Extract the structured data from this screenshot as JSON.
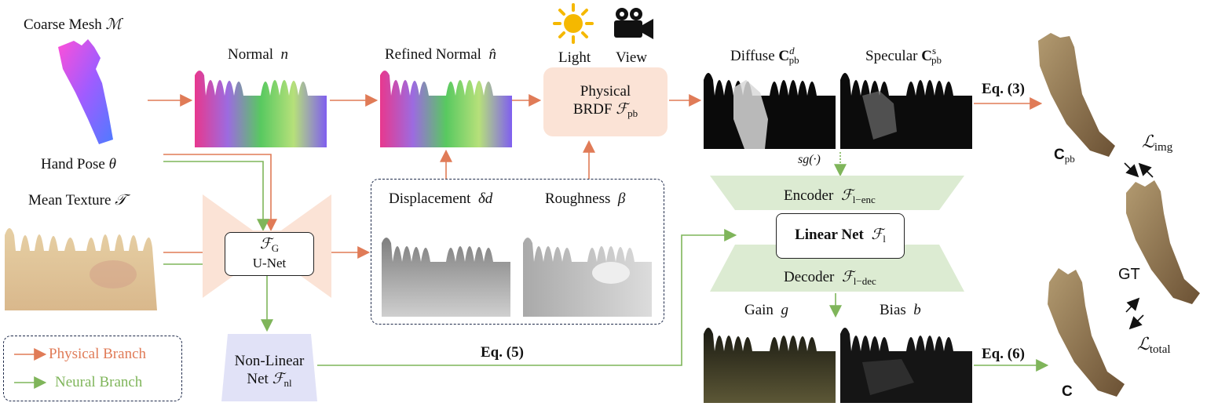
{
  "colors": {
    "physical": "#e07b57",
    "neural": "#7fb55a",
    "unet_fill": "#fbe3d6",
    "brdf_fill": "#fbe3d6",
    "linear_fill": "#dcebd2",
    "nonlinear_fill": "#e1e2f7",
    "dashed_border": "#1e2a4a",
    "sun": "#f5b800"
  },
  "labels": {
    "coarse_mesh": "Coarse Mesh",
    "coarse_mesh_sym": "ℳ",
    "hand_pose": "Hand Pose",
    "hand_pose_sym": "θ",
    "mean_texture": "Mean Texture",
    "mean_texture_sym": "𝒯",
    "normal": "Normal",
    "normal_sym": "n",
    "refined_normal": "Refined Normal",
    "refined_normal_sym": "n̂",
    "light": "Light",
    "view": "View",
    "diffuse": "Diffuse",
    "specular": "Specular",
    "c_sym": "C",
    "pb": "pb",
    "d": "d",
    "s": "s",
    "displacement": "Displacement",
    "displacement_sym": "δd",
    "roughness": "Roughness",
    "roughness_sym": "β",
    "gain": "Gain",
    "gain_sym": "g",
    "bias": "Bias",
    "bias_sym": "b",
    "gt": "GT",
    "sg": "sg(·)",
    "eq3": "Eq. (3)",
    "eq5": "Eq. (5)",
    "eq6": "Eq. (6)"
  },
  "blocks": {
    "brdf_line1": "Physical",
    "brdf_line2": "BRDF",
    "brdf_sym": "ℱ",
    "brdf_sub": "pb",
    "unet_sym": "ℱ",
    "unet_sub": "G",
    "unet_name": "U-Net",
    "encoder": "Encoder",
    "encoder_sym": "ℱ",
    "encoder_sub": "l−enc",
    "decoder": "Decoder",
    "decoder_sym": "ℱ",
    "decoder_sub": "l−dec",
    "linear_net": "Linear Net",
    "linear_sym": "ℱ",
    "linear_sub": "l",
    "nonlinear_line1": "Non-Linear",
    "nonlinear_line2": "Net",
    "nonlinear_sym": "ℱ",
    "nonlinear_sub": "nl"
  },
  "losses": {
    "img_sym": "ℒ",
    "img_sub": "img",
    "total_sym": "ℒ",
    "total_sub": "total"
  },
  "legend": {
    "physical": "Physical Branch",
    "neural": "Neural Branch"
  }
}
